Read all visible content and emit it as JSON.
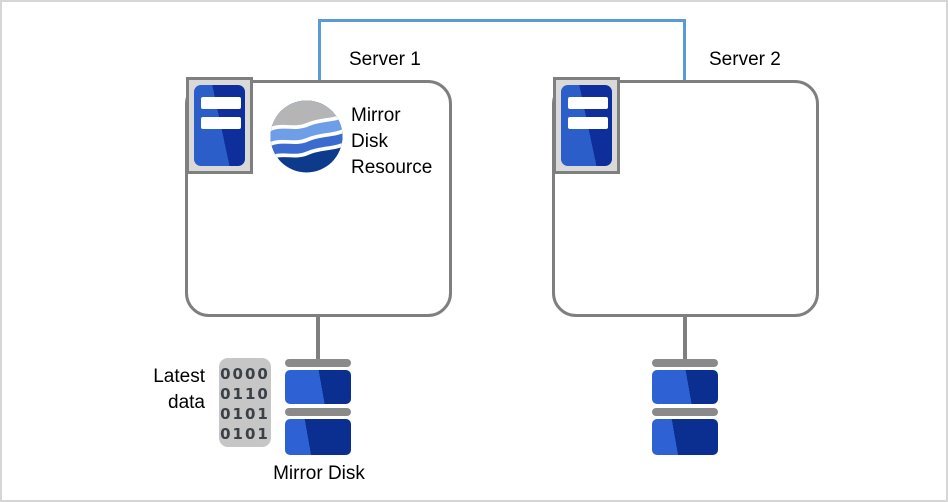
{
  "interconnect": {
    "type": "network-link",
    "color": "#5b9bd5"
  },
  "server1": {
    "label": "Server 1",
    "resource_name": "Mirror Disk Resource",
    "resource_label_lines": [
      "Mirror",
      "Disk",
      "Resource"
    ]
  },
  "server2": {
    "label": "Server 2"
  },
  "mirror_disk": {
    "label": "Mirror Disk"
  },
  "latest_data": {
    "label_lines": [
      "Latest",
      "data"
    ],
    "binary_rows": [
      "0000",
      "0110",
      "0101",
      "0101"
    ]
  },
  "colors": {
    "link_blue": "#5b9bd5",
    "outline_gray": "#7f7f7f",
    "chassis_gray": "#d9d9d9",
    "tower_blue_light": "#2b5ec9",
    "tower_blue_dark": "#0e2f9b",
    "disk_blue_light": "#2e62d4",
    "disk_blue_dark": "#0b2e91",
    "disk_bar_gray": "#8a8a8a",
    "binary_pad_gray": "#c6c6c6",
    "globe_gray": "#b5b5b5",
    "globe_blue_light": "#6f9ee8",
    "globe_blue_mid": "#3c6bd0",
    "globe_blue_dark": "#0e3a8c"
  }
}
